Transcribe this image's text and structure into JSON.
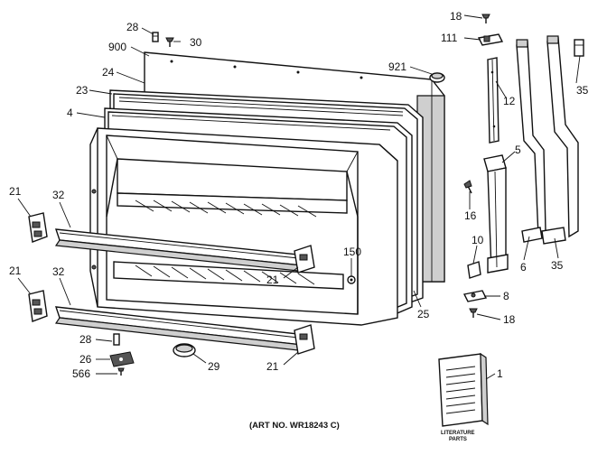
{
  "callouts": {
    "c28_top": "28",
    "c30": "30",
    "c900": "900",
    "c24": "24",
    "c23": "23",
    "c4": "4",
    "c921": "921",
    "c18_top": "18",
    "c111": "111",
    "c12": "12",
    "c35_top": "35",
    "c5": "5",
    "c16": "16",
    "c10": "10",
    "c6": "6",
    "c35_bot": "35",
    "c8": "8",
    "c18_bot": "18",
    "c21_a": "21",
    "c32_a": "32",
    "c21_b": "21",
    "c32_b": "32",
    "c21_c": "21",
    "c150": "150",
    "c25": "25",
    "c28_bot": "28",
    "c26": "26",
    "c566": "566",
    "c29": "29",
    "c21_d": "21",
    "c1": "1"
  },
  "art_number": "(ART NO. WR18243 C)",
  "literature": {
    "line1": "LITERATURE",
    "line2": "PARTS"
  }
}
